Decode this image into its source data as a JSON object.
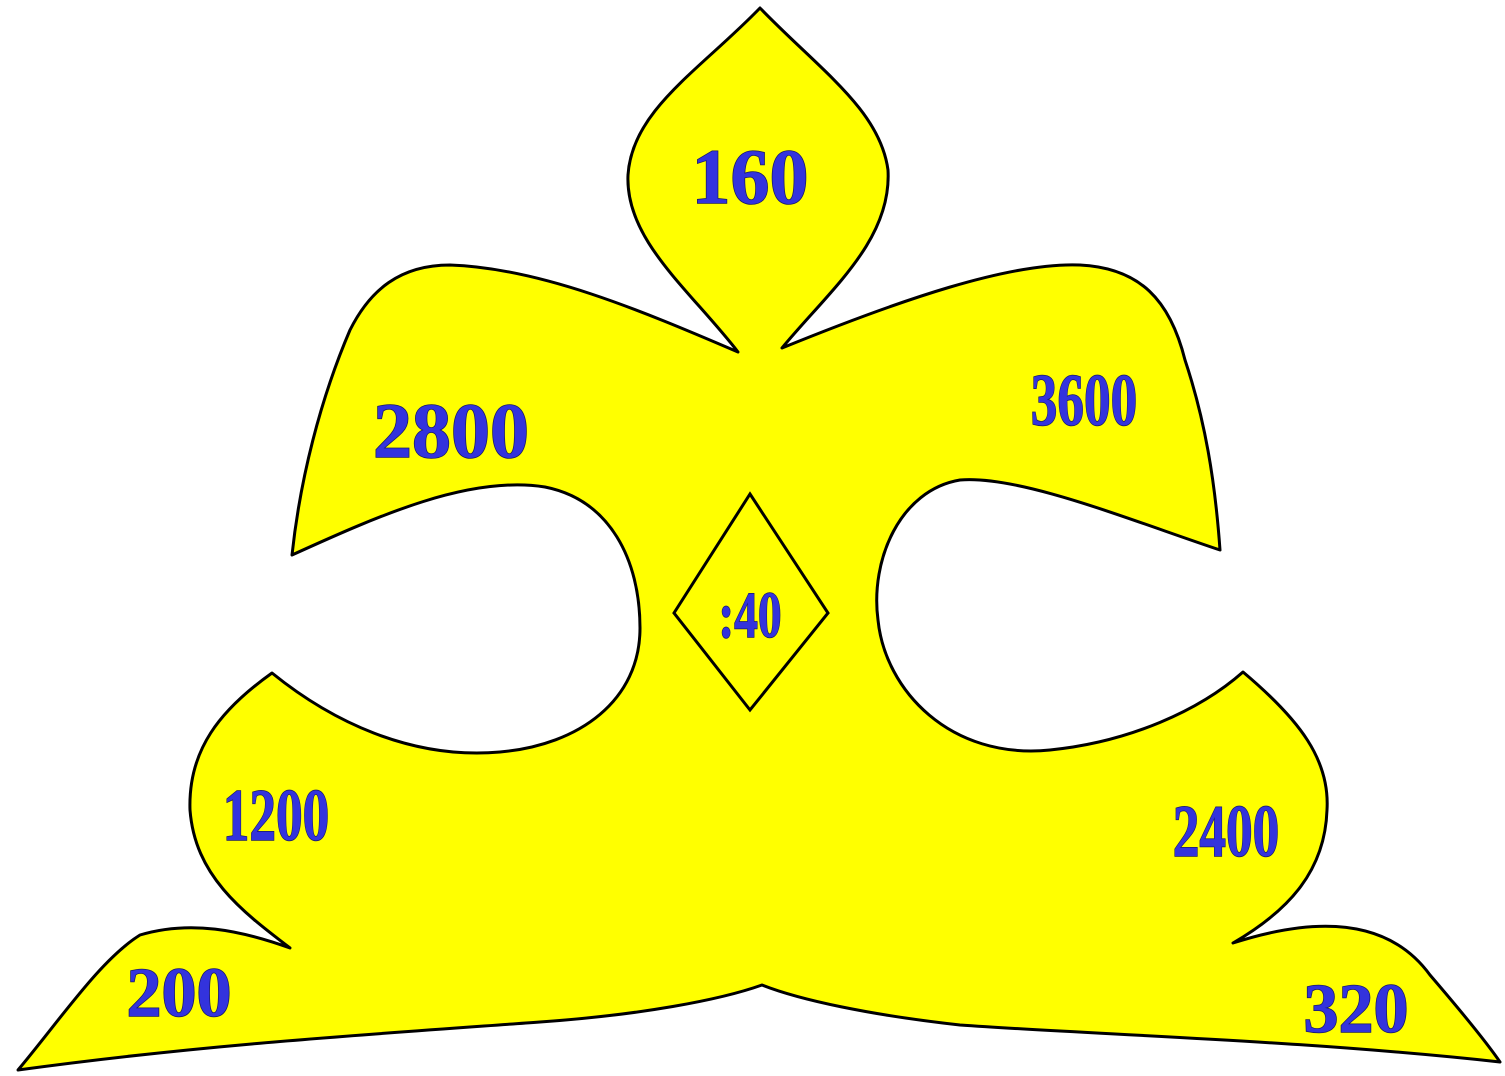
{
  "colors": {
    "background": "#ffffff",
    "shape_fill": "#ffff00",
    "outline": "#000000",
    "number_color": "#3333dd"
  },
  "operator": ":40",
  "numbers": {
    "top": "160",
    "upper_left": "2800",
    "upper_right": "3600",
    "middle_left": "1200",
    "middle_right": "2400",
    "bottom_left": "200",
    "bottom_right": "320"
  }
}
